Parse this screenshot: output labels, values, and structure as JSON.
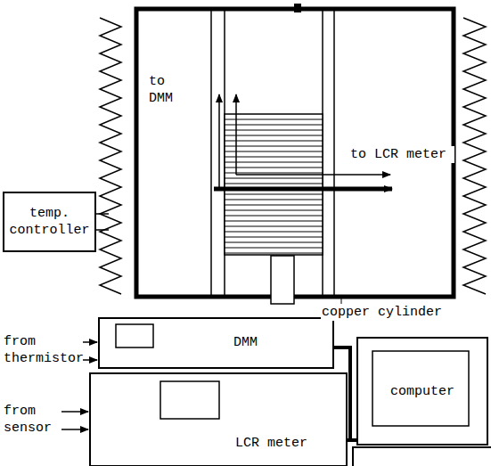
{
  "diagram": {
    "nodes": [
      {
        "text": [
          "temp. controller"
        ]
      },
      {
        "text": [
          "DMM"
        ]
      },
      {
        "text": [
          "LCR meter"
        ]
      },
      {
        "text": [
          "computer"
        ]
      }
    ],
    "edges": [
      {
        "from": 1,
        "to": 3,
        "arrow": "none"
      },
      {
        "from": 2,
        "to": 3,
        "arrow": "none"
      }
    ],
    "labels": [
      "to DMM",
      "to LCR meter",
      "copper cylinder",
      "from thermistor",
      "from sensor"
    ]
  }
}
